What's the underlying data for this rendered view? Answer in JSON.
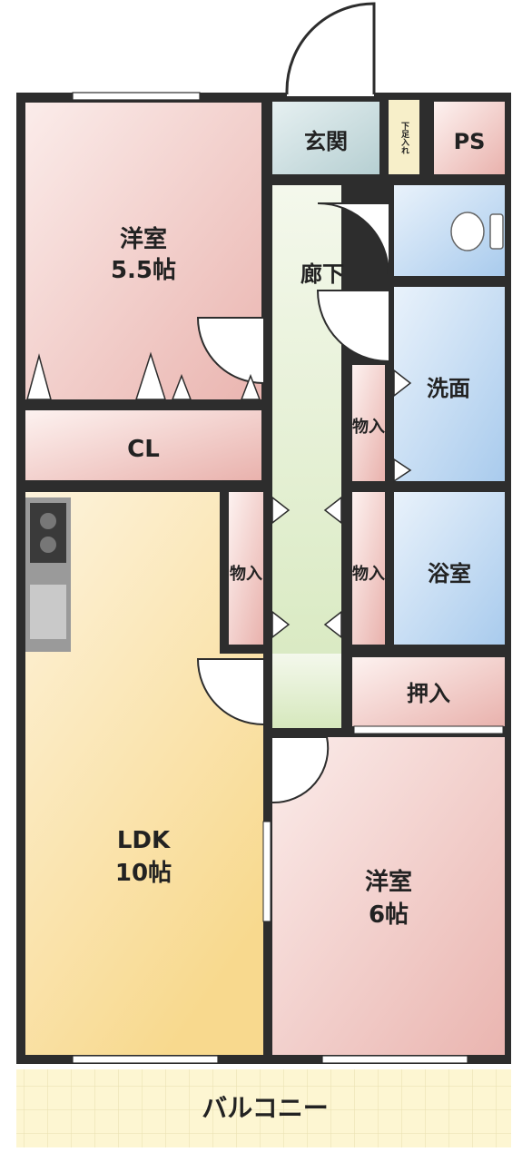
{
  "rooms": {
    "western_room_1": {
      "name": "洋室",
      "size": "5.5帖"
    },
    "closet": {
      "name": "CL"
    },
    "entrance": {
      "name": "玄関"
    },
    "shoe_cabinet": {
      "name": "下足入れ"
    },
    "pipe_space": {
      "name": "PS"
    },
    "hallway": {
      "name": "廊下"
    },
    "washroom": {
      "name": "洗面"
    },
    "storage_upper": {
      "name": "物入"
    },
    "storage_left": {
      "name": "物入"
    },
    "storage_right": {
      "name": "物入"
    },
    "bathroom": {
      "name": "浴室"
    },
    "oshiire": {
      "name": "押入"
    },
    "ldk": {
      "name": "LDK",
      "size": "10帖"
    },
    "western_room_2": {
      "name": "洋室",
      "size": "6帖"
    },
    "balcony": {
      "name": "バルコニー"
    }
  },
  "colors": {
    "wall": "#2d2d2d",
    "western_room": "#f3d6d2",
    "ldk": "#fbe6b0",
    "hallway": "#e3efd0",
    "wet_area": "#cfe3f5",
    "entrance": "#cfe1e3",
    "balcony": "#fbf3c4"
  }
}
